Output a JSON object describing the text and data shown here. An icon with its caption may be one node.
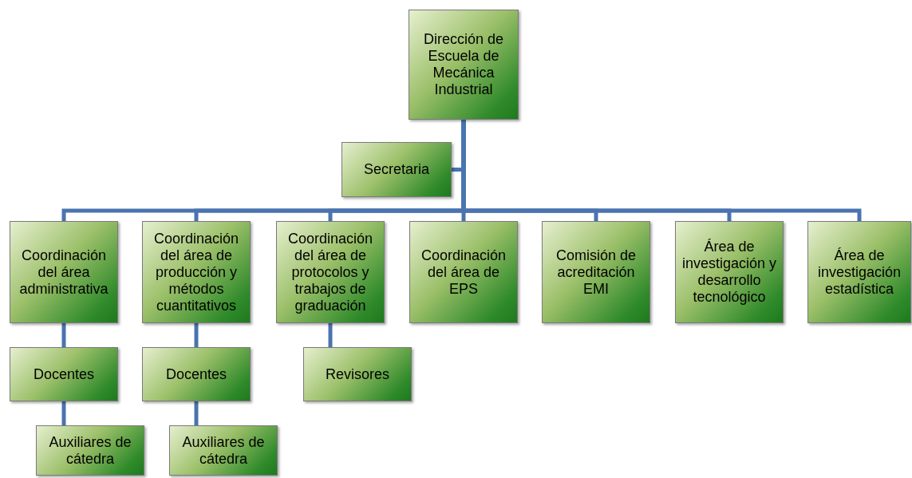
{
  "diagram": {
    "nodes": [
      {
        "text": [
          "Dirección de Escuela de Mecánica Industrial"
        ]
      },
      {
        "text": [
          "Secretaria"
        ]
      },
      {
        "text": [
          "Coordinación del área administrativa"
        ]
      },
      {
        "text": [
          "Coordinación del área de producción y métodos cuantitativos"
        ]
      },
      {
        "text": [
          "Coordinación del área de protocolos y trabajos de graduación"
        ]
      },
      {
        "text": [
          "Coordinación del área de EPS"
        ]
      },
      {
        "text": [
          "Comisión de acreditación EMI"
        ]
      },
      {
        "text": [
          "Área de investigación y desarrollo tecnológico"
        ]
      },
      {
        "text": [
          "Área de investigación estadística"
        ]
      },
      {
        "text": [
          "Docentes"
        ]
      },
      {
        "text": [
          "Docentes"
        ]
      },
      {
        "text": [
          "Revisores"
        ]
      },
      {
        "text": [
          "Auxiliares de cátedra"
        ]
      },
      {
        "text": [
          "Auxiliares de cátedra"
        ]
      }
    ],
    "edges": [
      {
        "from": 0,
        "to": 1,
        "arrow": "none"
      },
      {
        "from": 0,
        "to": 2,
        "arrow": "none"
      },
      {
        "from": 0,
        "to": 3,
        "arrow": "none"
      },
      {
        "from": 0,
        "to": 4,
        "arrow": "none"
      },
      {
        "from": 0,
        "to": 5,
        "arrow": "none"
      },
      {
        "from": 0,
        "to": 6,
        "arrow": "none"
      },
      {
        "from": 0,
        "to": 7,
        "arrow": "none"
      },
      {
        "from": 0,
        "to": 8,
        "arrow": "none"
      },
      {
        "from": 2,
        "to": 9,
        "arrow": "none"
      },
      {
        "from": 3,
        "to": 10,
        "arrow": "none"
      },
      {
        "from": 4,
        "to": 11,
        "arrow": "none"
      },
      {
        "from": 9,
        "to": 12,
        "arrow": "none"
      },
      {
        "from": 10,
        "to": 13,
        "arrow": "none"
      }
    ]
  }
}
